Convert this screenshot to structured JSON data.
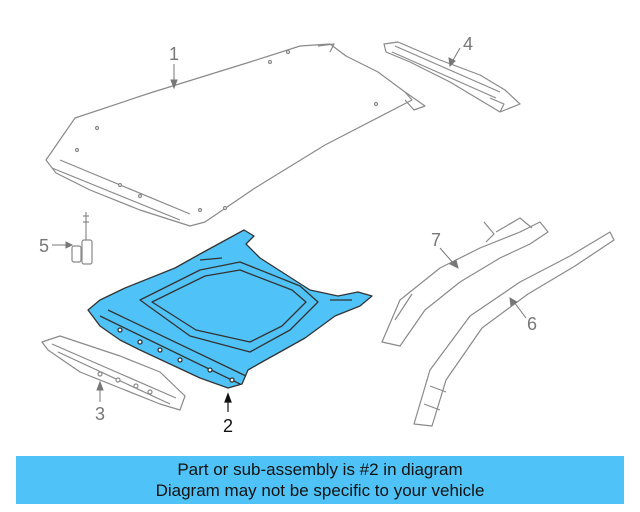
{
  "diagram": {
    "callouts": [
      {
        "id": "1",
        "label": "1"
      },
      {
        "id": "2",
        "label": "2"
      },
      {
        "id": "3",
        "label": "3"
      },
      {
        "id": "4",
        "label": "4"
      },
      {
        "id": "5",
        "label": "5"
      },
      {
        "id": "6",
        "label": "6"
      },
      {
        "id": "7",
        "label": "7"
      }
    ],
    "highlighted_part": "2",
    "colors": {
      "highlight_fill": "#4fc3f7",
      "outline": "#333333",
      "outline_light": "#8a8a8a",
      "callout_grey": "#777777",
      "callout_dark": "#111111"
    }
  },
  "banner": {
    "line1": "Part or sub-assembly is #2 in diagram",
    "line2": "Diagram may not be specific to your vehicle",
    "color": "#4fc3f7"
  }
}
